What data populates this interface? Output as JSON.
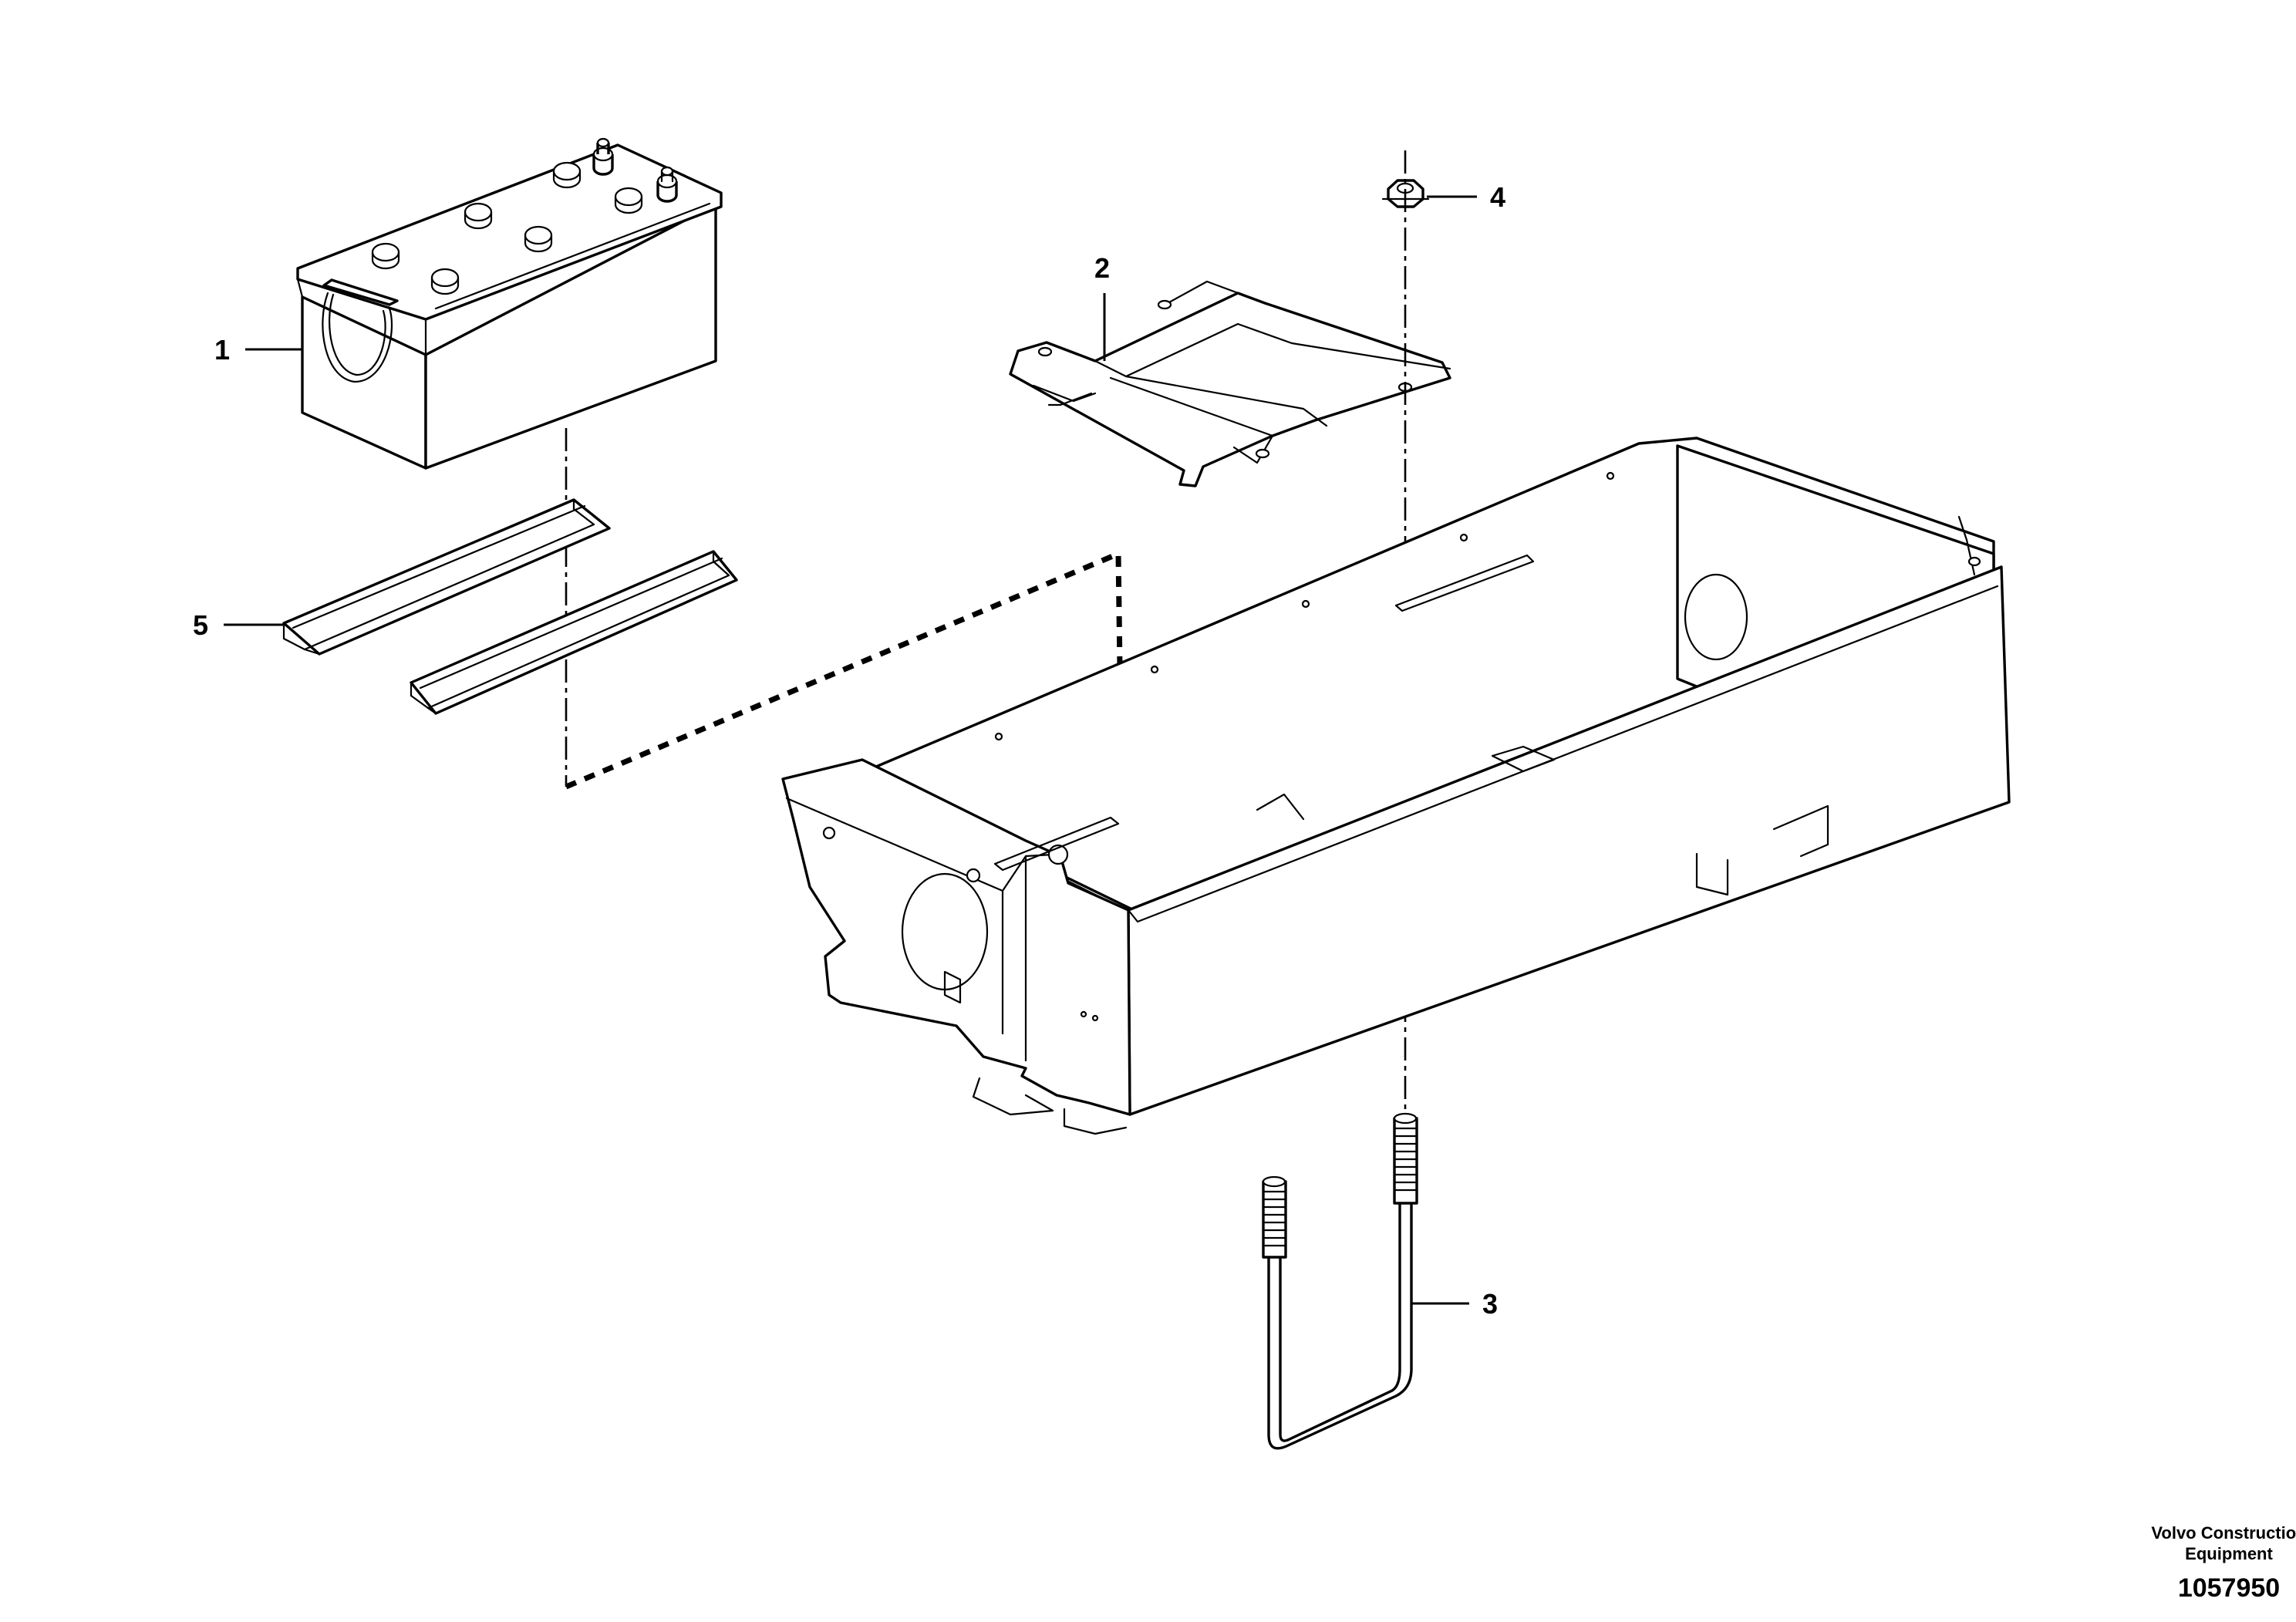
{
  "callouts": [
    {
      "id": "1"
    },
    {
      "id": "2"
    },
    {
      "id": "3"
    },
    {
      "id": "4"
    },
    {
      "id": "5"
    }
  ],
  "footer": {
    "company_line1": "Volvo Construction",
    "company_line2": "Equipment",
    "drawing_number": "1057950"
  }
}
